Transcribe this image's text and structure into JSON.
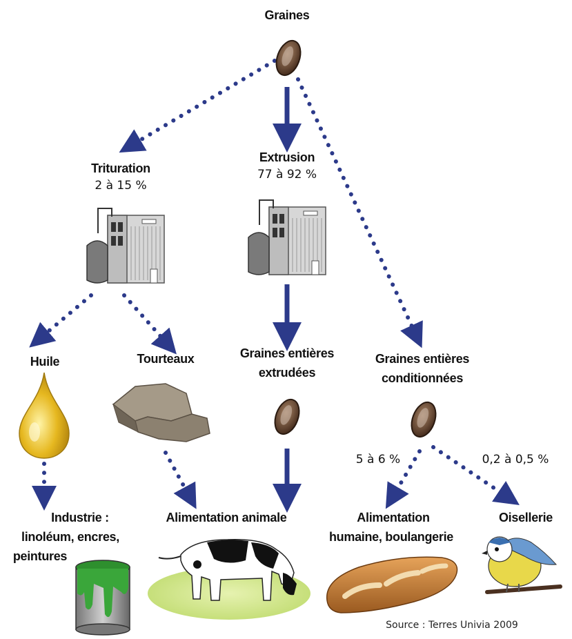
{
  "nodes": {
    "root": {
      "label": "Graines"
    },
    "trituration": {
      "label": "Trituration",
      "share": "2 à 15 %"
    },
    "extrusion": {
      "label": "Extrusion",
      "share": "77 à 92 %"
    },
    "huile": {
      "label": "Huile"
    },
    "tourteaux": {
      "label": "Tourteaux"
    },
    "extrudees": {
      "label_line1": "Graines entières",
      "label_line2": "extrudées"
    },
    "conditionnees": {
      "label_line1": "Graines entières",
      "label_line2": "conditionnées"
    },
    "industrie": {
      "label_line1": "Industrie :",
      "label_line2": "linoléum, encres,",
      "label_line3": "peintures"
    },
    "alim_animale": {
      "label": "Alimentation animale"
    },
    "alim_humaine": {
      "label_line1": "Alimentation",
      "label_line2": "humaine, boulangerie"
    },
    "oisellerie": {
      "label": "Oisellerie"
    }
  },
  "edges": {
    "humaine_share": "5 à 6 %",
    "oisellerie_share": "0,2 à 0,5 %"
  },
  "source": "Source : Terres Univia 2009",
  "colors": {
    "arrow": "#2c3a8a",
    "dots": "#2c3a8a",
    "seed": "#6b4a2e",
    "oil": "#e6b820",
    "paint": "#3aa63a",
    "bread": "#c87a2e",
    "field": "#cfe58a"
  },
  "icons": [
    "seed-icon",
    "factory-icon",
    "oil-drop-icon",
    "oilcake-icon",
    "paint-can-icon",
    "cow-icon",
    "bread-icon",
    "bird-icon"
  ]
}
